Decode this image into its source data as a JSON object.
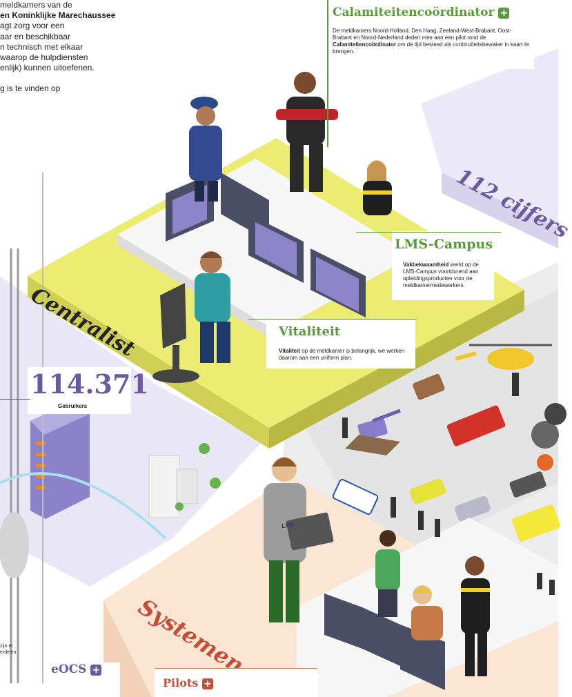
{
  "intro": {
    "lines": [
      "meldkamers van de",
      "en Koninklijke Marechaussee",
      "agt zorg voor een",
      "aar en beschikbaar",
      "n technisch met elkaar",
      "waarop de hulpdiensten",
      "enlijk) kunnen uitoefenen.",
      "",
      "g is te vinden op"
    ]
  },
  "calamiteiten": {
    "title": "Calamiteitencoördinator",
    "text_pre": "De meldkamers Noord-Holland, Den Haag, Zeeland-West-Brabant, Oost-Brabant en Noord-Nederland deden mee aan een pilot rond de ",
    "text_bold": "Calamiteitencoördinator",
    "text_post": " om de tijd besteed als continuïteitsbewaker in kaart te brengen."
  },
  "banner_112": "112 cijfers",
  "lms": {
    "title": "LMS-Campus",
    "text_bold": "Vakbekwaamheid",
    "text_post": " werkt op de LMS-Campus voortdurend aan opleidingsproducten voor de meldkamermedewerkers."
  },
  "vitaliteit": {
    "title": "Vitaliteit",
    "text_bold": "Vitaliteit",
    "text_post": " op de meldkamer is belangrijk, we werken daarom aan een uniform plan."
  },
  "centralist": "Centralist",
  "systemen": "Systemen",
  "users": {
    "number": "114.371",
    "label": "Gebruikers"
  },
  "eocs": "eOCS",
  "pilots": "Pilots",
  "bottom_left_snip": [
    "zijn er",
    "erdelen"
  ],
  "laptop_logo": "LMS",
  "colors": {
    "green": "#5a9a3a",
    "purple": "#6b5a9e",
    "platform_yellow": "#eceb72",
    "platform_lilac": "#e9e6f6",
    "platform_peach": "#fbe5d3"
  }
}
